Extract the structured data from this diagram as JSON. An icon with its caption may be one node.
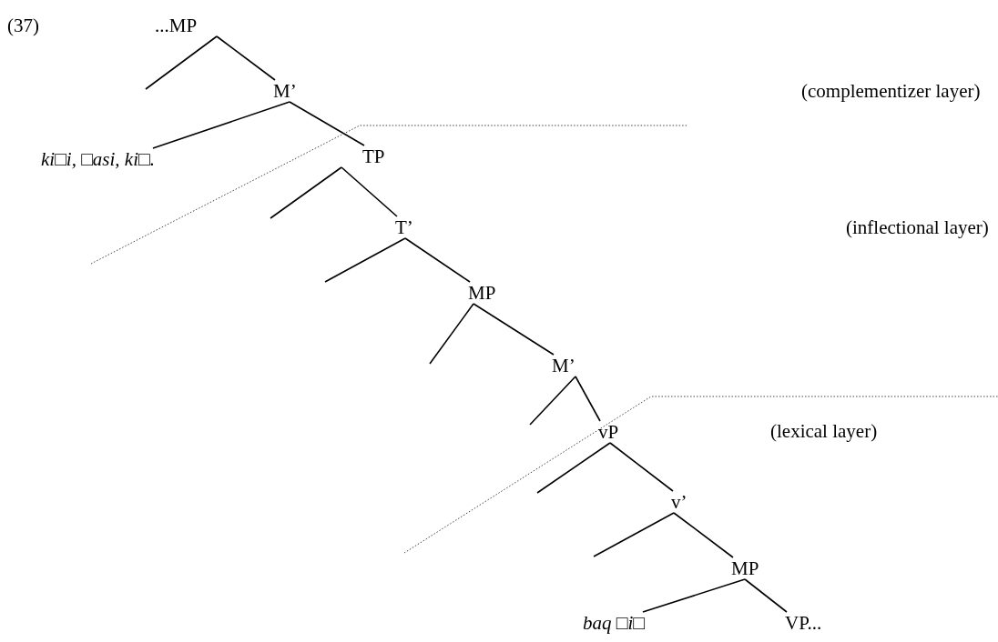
{
  "diagram": {
    "nodes": [
      {
        "text": [
          "...MP"
        ]
      },
      {
        "text": [
          "M’"
        ]
      },
      {
        "text": [
          "ki□i, □asi, ki□."
        ]
      },
      {
        "text": [
          "TP"
        ]
      },
      {
        "text": [
          "T’"
        ]
      },
      {
        "text": [
          "MP"
        ]
      },
      {
        "text": [
          "M’"
        ]
      },
      {
        "text": [
          "vP"
        ]
      },
      {
        "text": [
          "v’"
        ]
      },
      {
        "text": [
          "MP"
        ]
      },
      {
        "text": [
          "baq □i□"
        ]
      },
      {
        "text": [
          "VP..."
        ]
      }
    ],
    "edges": [
      {
        "from": 0,
        "to": null,
        "arrow": "none"
      },
      {
        "from": 0,
        "to": 1,
        "arrow": "none"
      },
      {
        "from": 1,
        "to": 2,
        "arrow": "none"
      },
      {
        "from": 1,
        "to": 3,
        "arrow": "none"
      },
      {
        "from": 3,
        "to": null,
        "arrow": "none"
      },
      {
        "from": 3,
        "to": 4,
        "arrow": "none"
      },
      {
        "from": 4,
        "to": null,
        "arrow": "none"
      },
      {
        "from": 4,
        "to": 5,
        "arrow": "none"
      },
      {
        "from": 5,
        "to": null,
        "arrow": "none"
      },
      {
        "from": 5,
        "to": 6,
        "arrow": "none"
      },
      {
        "from": 6,
        "to": null,
        "arrow": "none"
      },
      {
        "from": 6,
        "to": 7,
        "arrow": "none"
      },
      {
        "from": 7,
        "to": null,
        "arrow": "none"
      },
      {
        "from": 7,
        "to": 8,
        "arrow": "none"
      },
      {
        "from": 8,
        "to": null,
        "arrow": "none"
      },
      {
        "from": 8,
        "to": 9,
        "arrow": "none"
      },
      {
        "from": 9,
        "to": 10,
        "arrow": "none"
      },
      {
        "from": 9,
        "to": 11,
        "arrow": "none"
      }
    ],
    "labels": [
      "(37)",
      "(complementizer layer)",
      "(inflectional layer)",
      "(lexical layer)"
    ]
  }
}
